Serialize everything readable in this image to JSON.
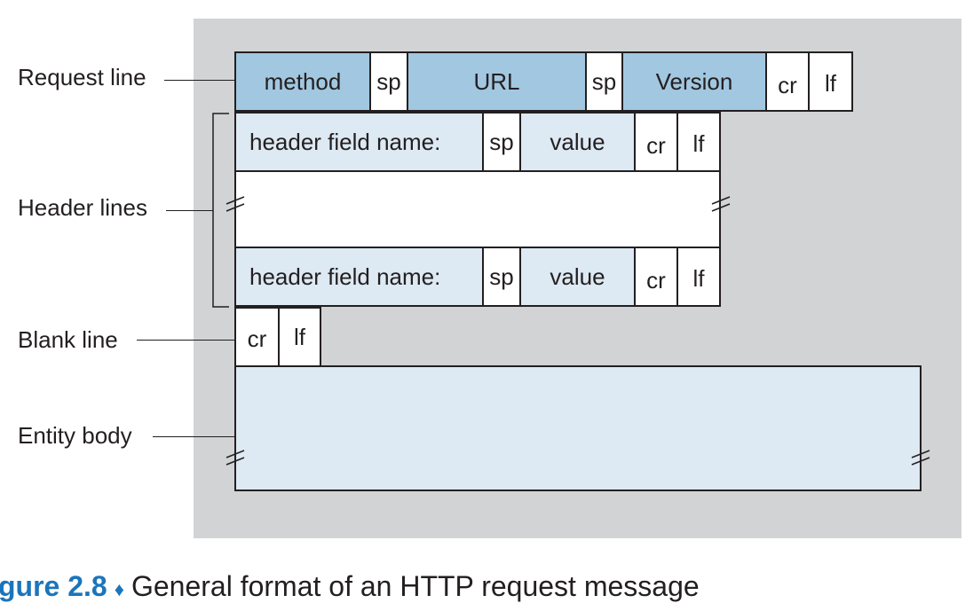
{
  "labels": {
    "request_line": "Request line",
    "header_lines": "Header lines",
    "blank_line": "Blank line",
    "entity_body": "Entity body"
  },
  "request_line": {
    "method": "method",
    "sp1": "sp",
    "url": "URL",
    "sp2": "sp",
    "version": "Version",
    "cr": "cr",
    "lf": "lf"
  },
  "header_line_1": {
    "name": "header field name:",
    "sp": "sp",
    "value": "value",
    "cr": "cr",
    "lf": "lf"
  },
  "header_line_2": {
    "name": "header field name:",
    "sp": "sp",
    "value": "value",
    "cr": "cr",
    "lf": "lf"
  },
  "blank_line": {
    "cr": "cr",
    "lf": "lf"
  },
  "caption": {
    "number": "gure 2.8",
    "separator": "♦",
    "text": "General format of an HTTP request message"
  },
  "colors": {
    "panel": "#d1d3d4",
    "dark_blue": "#a2c7e0",
    "light_blue": "#dde9f3",
    "caption_accent": "#1b75bb"
  }
}
